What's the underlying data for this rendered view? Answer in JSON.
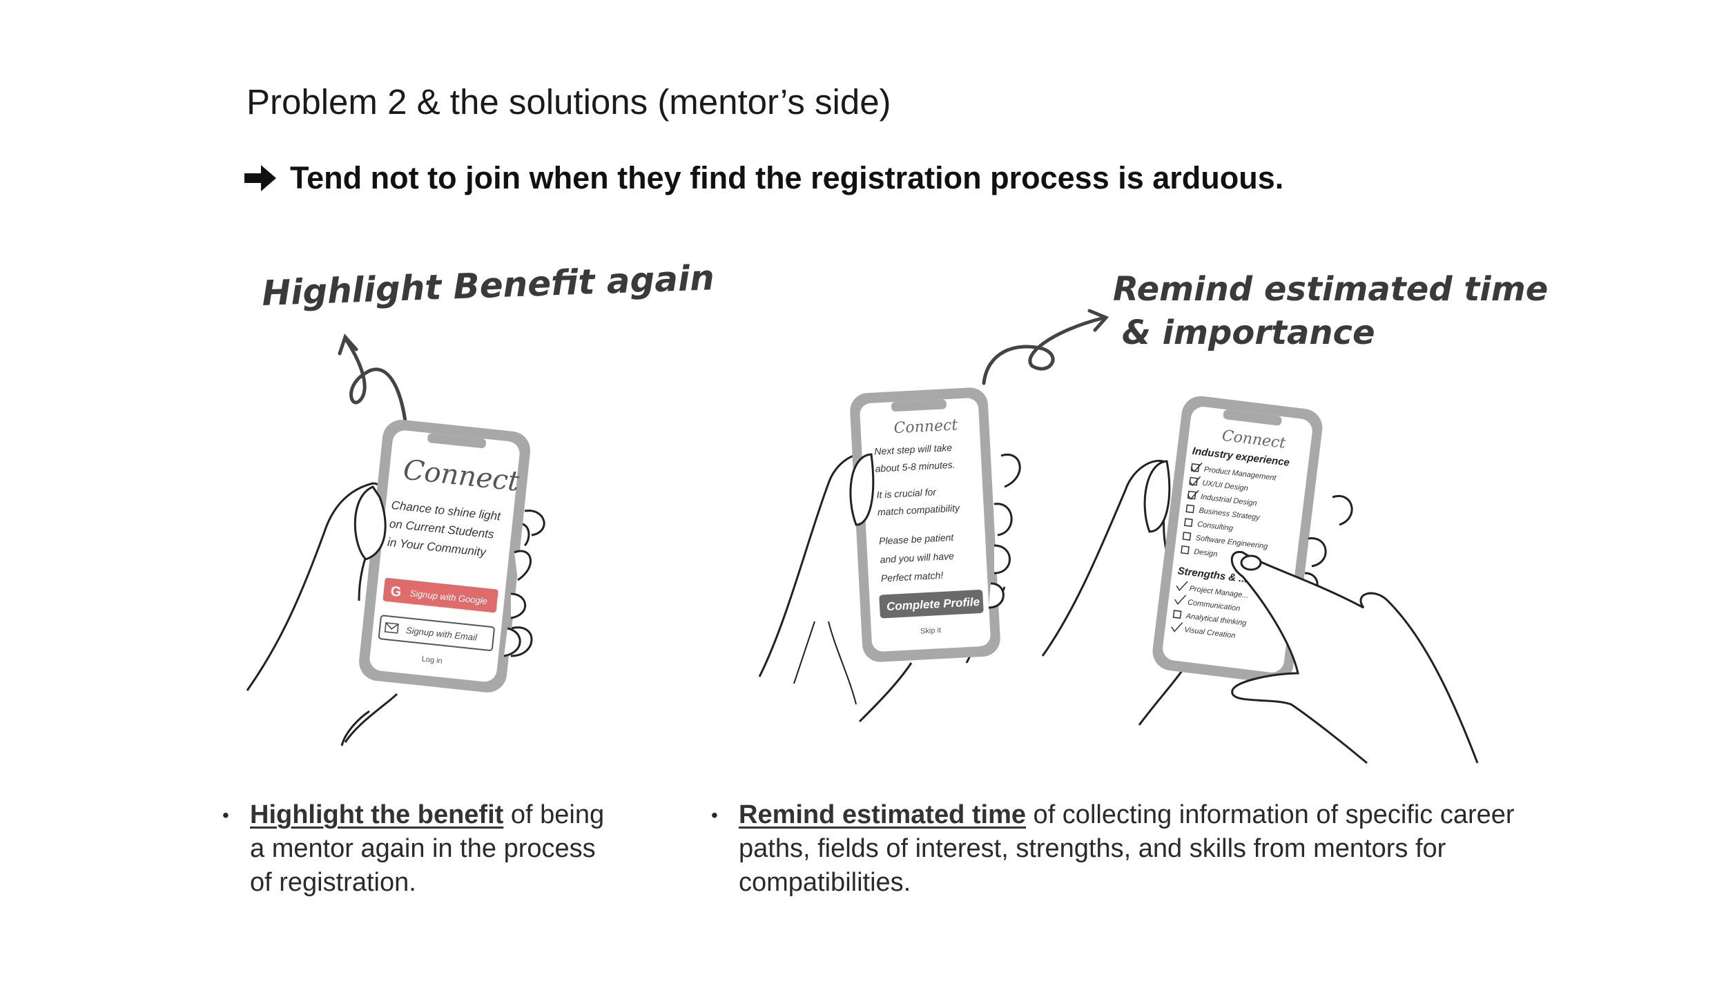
{
  "slide": {
    "title": "Problem 2 & the solutions (mentor’s side)",
    "problem_statement": "Tend not to join when they find the registration process is arduous."
  },
  "sketch_left": {
    "note": "Highlight Benefit again",
    "phone": {
      "app_name": "Connect",
      "message_lines": [
        "Chance to shine light",
        "on Current Students",
        "in Your Community"
      ],
      "google_button": "Signup with Google",
      "google_glyph": "G",
      "email_button": "Signup with Email",
      "login_link": "Log in",
      "accent_color": "#e06b6b"
    }
  },
  "sketch_middle": {
    "phone": {
      "app_name": "Connect",
      "message_lines": [
        "Next step will take",
        "about 5-8 minutes.",
        "It is crucial for",
        "match compatibility",
        "Please be patient",
        "and you will have",
        "Perfect match!"
      ],
      "complete_button": "Complete Profile",
      "skip_link": "Skip it"
    }
  },
  "sketch_right": {
    "note_line1": "Remind estimated time",
    "note_line2": "& importance",
    "phone": {
      "app_name": "Connect",
      "section1_title": "Industry experience",
      "section1_items": [
        "Product Management",
        "UX/UI Design",
        "Industrial Design",
        "Business Strategy",
        "Consulting",
        "Software Engineering",
        "Design"
      ],
      "section2_title": "Strengths & ...",
      "section2_items": [
        "Project Manage...",
        "Communication",
        "Analytical thinking",
        "Visual Creation"
      ]
    }
  },
  "bullets": {
    "left": {
      "lead": "Highlight the benefit",
      "rest": " of being a mentor again in the process of registration."
    },
    "right": {
      "lead": "Remind estimated time",
      "rest": " of collecting information of specific career paths, fields of interest, strengths, and skills from mentors for compatibilities."
    }
  }
}
